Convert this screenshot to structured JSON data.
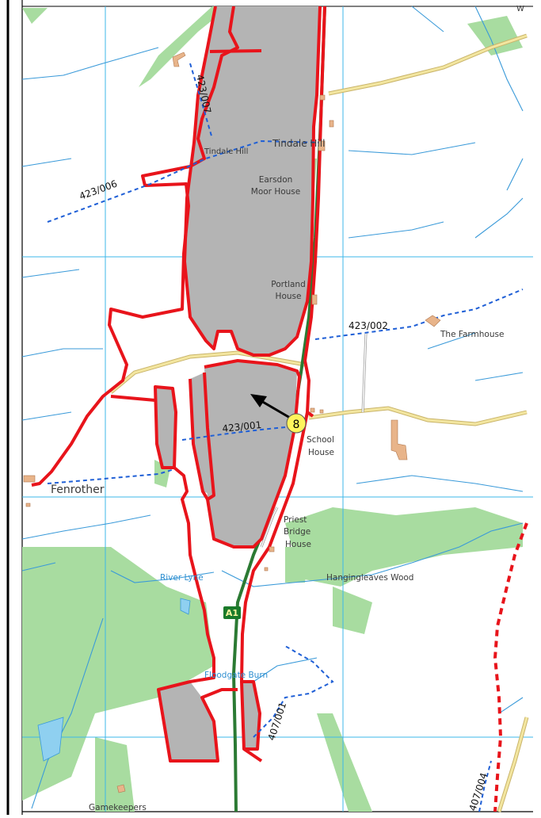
{
  "map": {
    "place_labels": {
      "tindale_hill_1": "Tindale Hill",
      "tindale_hill_2": "Tindale Hill",
      "earsdon_line1": "Earsdon",
      "earsdon_line2": "Moor House",
      "portland_line1": "Portland",
      "portland_line2": "House",
      "farmhouse": "The Farmhouse",
      "school_line1": "School",
      "school_line2": "House",
      "fenrother": "Fenrother",
      "priest_line1": "Priest",
      "priest_line2": "Bridge",
      "priest_line3": "House",
      "river_lyne": "River Lyne",
      "hangingleaves_wood": "Hangingleaves Wood",
      "floodgate_burn": "Floodgate Burn",
      "gamekeepers": "Gamekeepers",
      "corner_w": "W"
    },
    "path_labels": {
      "p423_007": "423/007",
      "p423_006": "423/006",
      "p423_002": "423/002",
      "p423_001": "423/001",
      "p407_001": "407/001",
      "p407_004": "407/004"
    },
    "road_shield": "A1",
    "viewpoint_marker": "8",
    "colors": {
      "boundary": "#e8141b",
      "site_fill": "#b4b4b4",
      "woodland": "#a8dca0",
      "grid": "#3db7e8",
      "stream": "#3a9ad9",
      "road_yellow": "#f3e6a0",
      "road_outline": "#c9b46a",
      "a1_green": "#2b7a33",
      "path_blue": "#1f5fd6",
      "marker": "#fff45c",
      "building": "#e8b48a"
    }
  }
}
